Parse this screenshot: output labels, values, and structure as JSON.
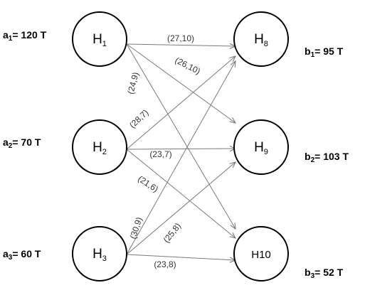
{
  "supply": [
    {
      "letter": "a",
      "index": "1",
      "value": "= 120 T"
    },
    {
      "letter": "a",
      "index": "2",
      "value": "= 70 T"
    },
    {
      "letter": "a",
      "index": "3",
      "value": "= 60 T"
    }
  ],
  "demand": [
    {
      "letter": "b",
      "index": "1",
      "value": "= 95 T"
    },
    {
      "letter": "b",
      "index": "2",
      "value": "= 103 T"
    },
    {
      "letter": "b",
      "index": "3",
      "value": "= 52 T"
    }
  ],
  "sources": [
    {
      "letter": "H",
      "index": "1"
    },
    {
      "letter": "H",
      "index": "2"
    },
    {
      "letter": "H",
      "index": "3"
    }
  ],
  "sinks": [
    {
      "letter": "H",
      "index": "8"
    },
    {
      "letter": "H",
      "index": "9"
    },
    {
      "letter": "H10",
      "index": ""
    }
  ],
  "edges": [
    {
      "from": 0,
      "to": 0,
      "label": "(27,10)"
    },
    {
      "from": 0,
      "to": 1,
      "label": "(26,10)"
    },
    {
      "from": 0,
      "to": 2,
      "label": "(24,9)"
    },
    {
      "from": 1,
      "to": 0,
      "label": "(28,7)"
    },
    {
      "from": 1,
      "to": 1,
      "label": "(23,7)"
    },
    {
      "from": 1,
      "to": 2,
      "label": "(21,6)"
    },
    {
      "from": 2,
      "to": 0,
      "label": "(30,9)"
    },
    {
      "from": 2,
      "to": 1,
      "label": "(25,8)"
    },
    {
      "from": 2,
      "to": 2,
      "label": "(23,8)"
    }
  ]
}
